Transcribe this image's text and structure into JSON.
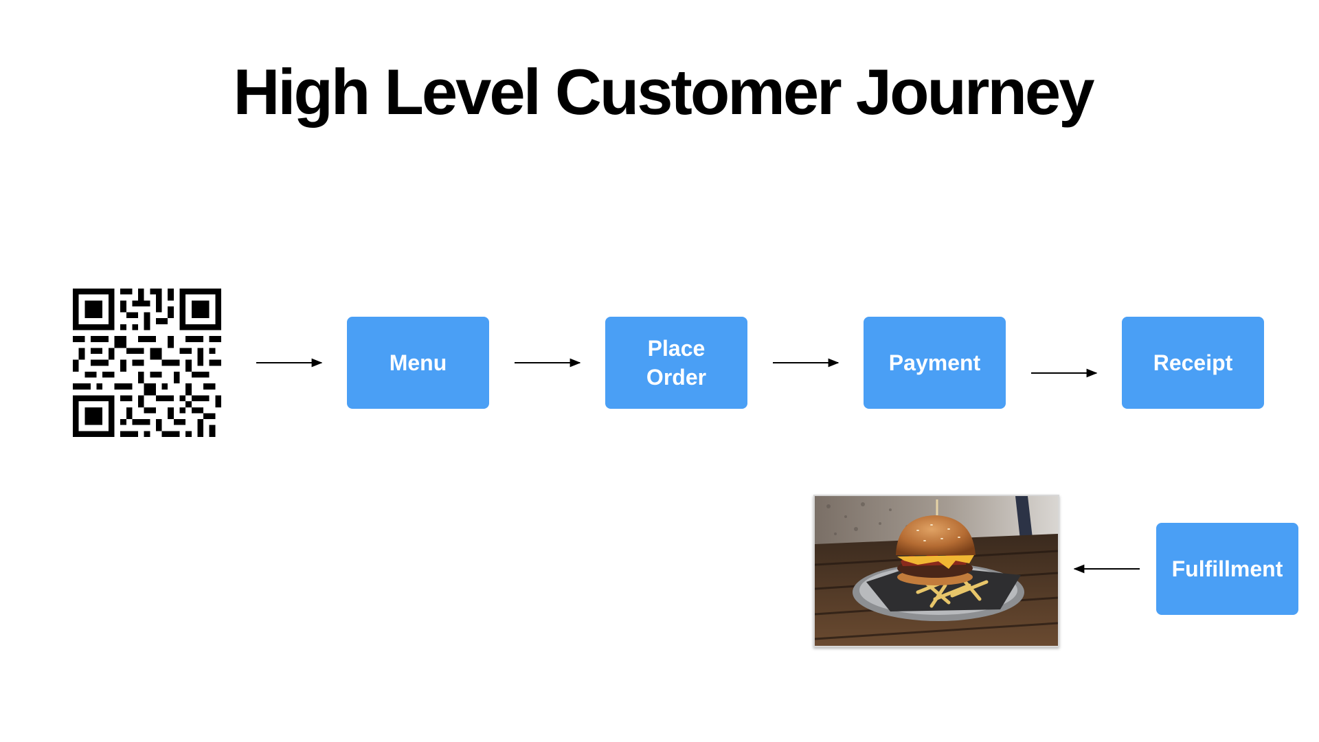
{
  "slide": {
    "title": "High Level Customer Journey"
  },
  "steps": {
    "menu": "Menu",
    "place_order": "Place\nOrder",
    "payment": "Payment",
    "receipt": "Receipt",
    "fulfillment": "Fulfillment"
  },
  "colors": {
    "step_fill": "#4A9FF5",
    "step_text": "#ffffff",
    "arrow": "#000000",
    "title": "#000000"
  },
  "icons": {
    "start": "qr-code-icon",
    "end": "burger-photo"
  }
}
